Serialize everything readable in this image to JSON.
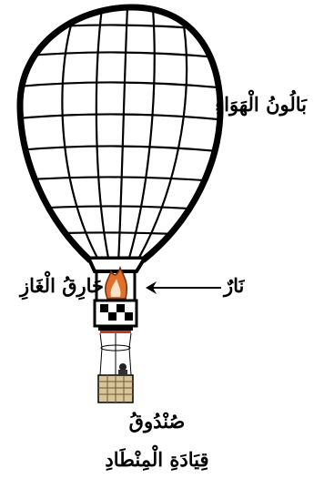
{
  "labels": {
    "balloon": "بَالُونُ الْهَوَاءِ",
    "burner": "حَارِقُ الْغَازِ",
    "fire": "نَارٌ",
    "basket_line1": "صُنْدُوقُ",
    "basket_line2": "قِيَادَةِ الْمِنْطَادِ"
  },
  "colors": {
    "stroke": "#000000",
    "background": "#ffffff",
    "flame": "#e0702a",
    "basket": "#d8c49a"
  },
  "icons": {
    "arrow": "left-arrow"
  }
}
